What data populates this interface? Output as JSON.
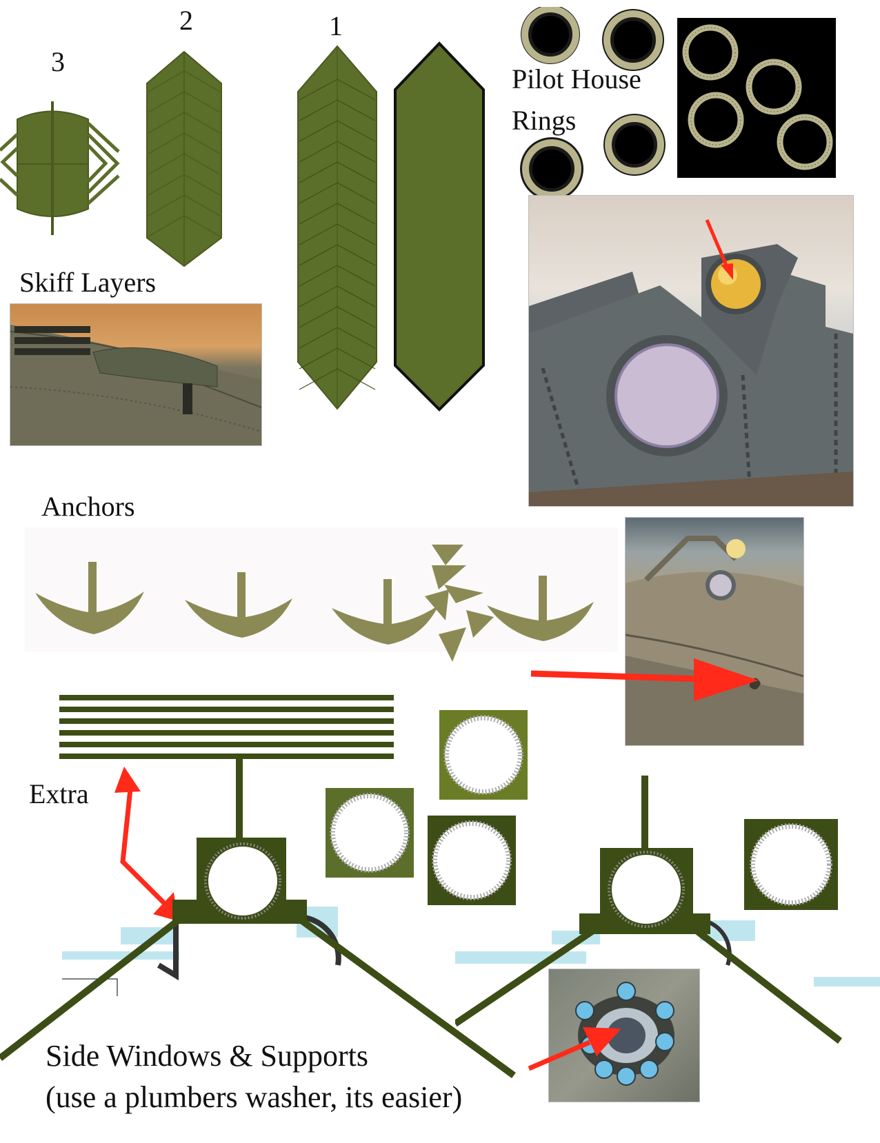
{
  "labels": {
    "layer_3": "3",
    "layer_2": "2",
    "layer_1": "1",
    "pilot_house": "Pilot House",
    "rings": "Rings",
    "skiff_layers": "Skiff Layers",
    "anchors": "Anchors",
    "extra": "Extra",
    "side_windows": "Side Windows & Supports",
    "washer_note": "(use a plumbers washer, its easier)"
  },
  "colors": {
    "skiff_green": "#5b6e2a",
    "skiff_dark_green": "#3d4d16",
    "anchor_olive": "#8b8a55",
    "ring_brass": "#b8b48c",
    "arrow_red": "#ff2a1a",
    "window_light_blue": "#bfe6ef"
  }
}
